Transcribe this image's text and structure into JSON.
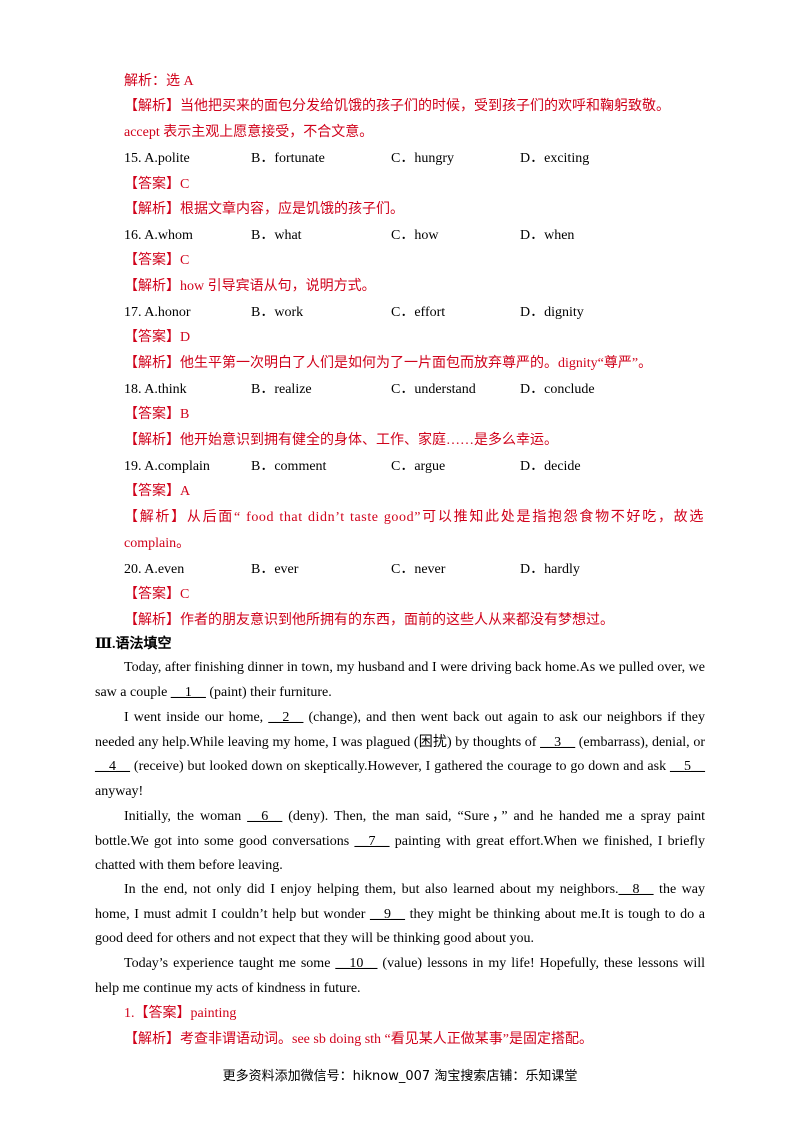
{
  "top": {
    "l1": "解析：选 A",
    "l2": "【解析】当他把买来的面包分发给饥饿的孩子们的时候，受到孩子们的欢呼和鞠躬致敬。",
    "l3": "accept 表示主观上愿意接受，不合文意。"
  },
  "questions": [
    {
      "num": "15. A.polite",
      "b": "B．fortunate",
      "c": "C．hungry",
      "d": "D．exciting",
      "answer": "【答案】C",
      "analysis": "【解析】根据文章内容，应是饥饿的孩子们。"
    },
    {
      "num": "16. A.whom",
      "b": "B．what",
      "c": "C．how",
      "d": "D．when",
      "answer": "【答案】C",
      "analysis": "【解析】how 引导宾语从句，说明方式。"
    },
    {
      "num": "17. A.honor",
      "b": "B．work",
      "c": "C．effort",
      "d": "D．dignity",
      "answer": "【答案】D",
      "analysis": "【解析】他生平第一次明白了人们是如何为了一片面包而放弃尊严的。dignity“尊严”。"
    },
    {
      "num": "18. A.think",
      "b": "B．realize",
      "c": "C．understand",
      "d": "D．conclude",
      "answer": "【答案】B",
      "analysis": "【解析】他开始意识到拥有健全的身体、工作、家庭……是多么幸运。"
    },
    {
      "num": "19. A.complain",
      "b": "B．comment",
      "c": "C．argue",
      "d": "D．decide",
      "answer": "【答案】A",
      "analysis": "【解析】从后面“ food that didn’t taste good”可以推知此处是指抱怨食物不好吃，故选",
      "analysis2": "complain。"
    },
    {
      "num": "20. A.even",
      "b": "B．ever",
      "c": "C．never",
      "d": "D．hardly",
      "answer": "【答案】C",
      "analysis": "【解析】作者的朋友意识到他所拥有的东西，面前的这些人从来都没有梦想过。"
    }
  ],
  "section_title": "Ⅲ.语法填空",
  "passage": {
    "p1a": "Today, after finishing dinner in town, my husband and I were driving back home.As we pulled over, we saw a couple ",
    "b1": "__1__",
    "p1b": " (paint) their furniture.",
    "p2a": "I went inside our home, ",
    "b2": "__2__",
    "p2b": " (change), and then went back out again to ask our neighbors if they needed any help.While leaving my home, I was plagued (困扰) by thoughts of ",
    "b3": "__3__",
    "p2c": " (embarrass), denial, or ",
    "b4": "__4__",
    "p2d": " (receive) but looked down on skeptically.However, I gathered the courage to go down and ask ",
    "b5": "__5__",
    "p2e": " anyway!",
    "p3a": "Initially, the woman ",
    "b6": "__6__",
    "p3b": " (deny). Then, the man said, “Sure，”  and he handed me a spray paint bottle.We got into some good conversations ",
    "b7": "__7__",
    "p3c": " painting with great effort.When we finished, I briefly chatted with them before leaving.",
    "p4a": "In the end, not only did I enjoy helping them, but also learned about my neighbors.",
    "b8": "__8__",
    "p4b": " the way home, I must admit I couldn’t help but wonder ",
    "b9": "__9__",
    "p4c": " they might be thinking about me.It is tough to do a good deed for others and not expect that they will be thinking good about you.",
    "p5a": "Today’s experience taught me some ",
    "b10": "__10__",
    "p5b": " (value) lessons in my life! Hopefully, these lessons will help me continue my acts of kindness in future."
  },
  "answer1": "1.【答案】painting",
  "analysis1": "【解析】考查非谓语动词。see sb doing sth “看见某人正做某事”是固定搭配。",
  "footer": "更多资料添加微信号：hiknow_007   淘宝搜索店铺：乐知课堂"
}
